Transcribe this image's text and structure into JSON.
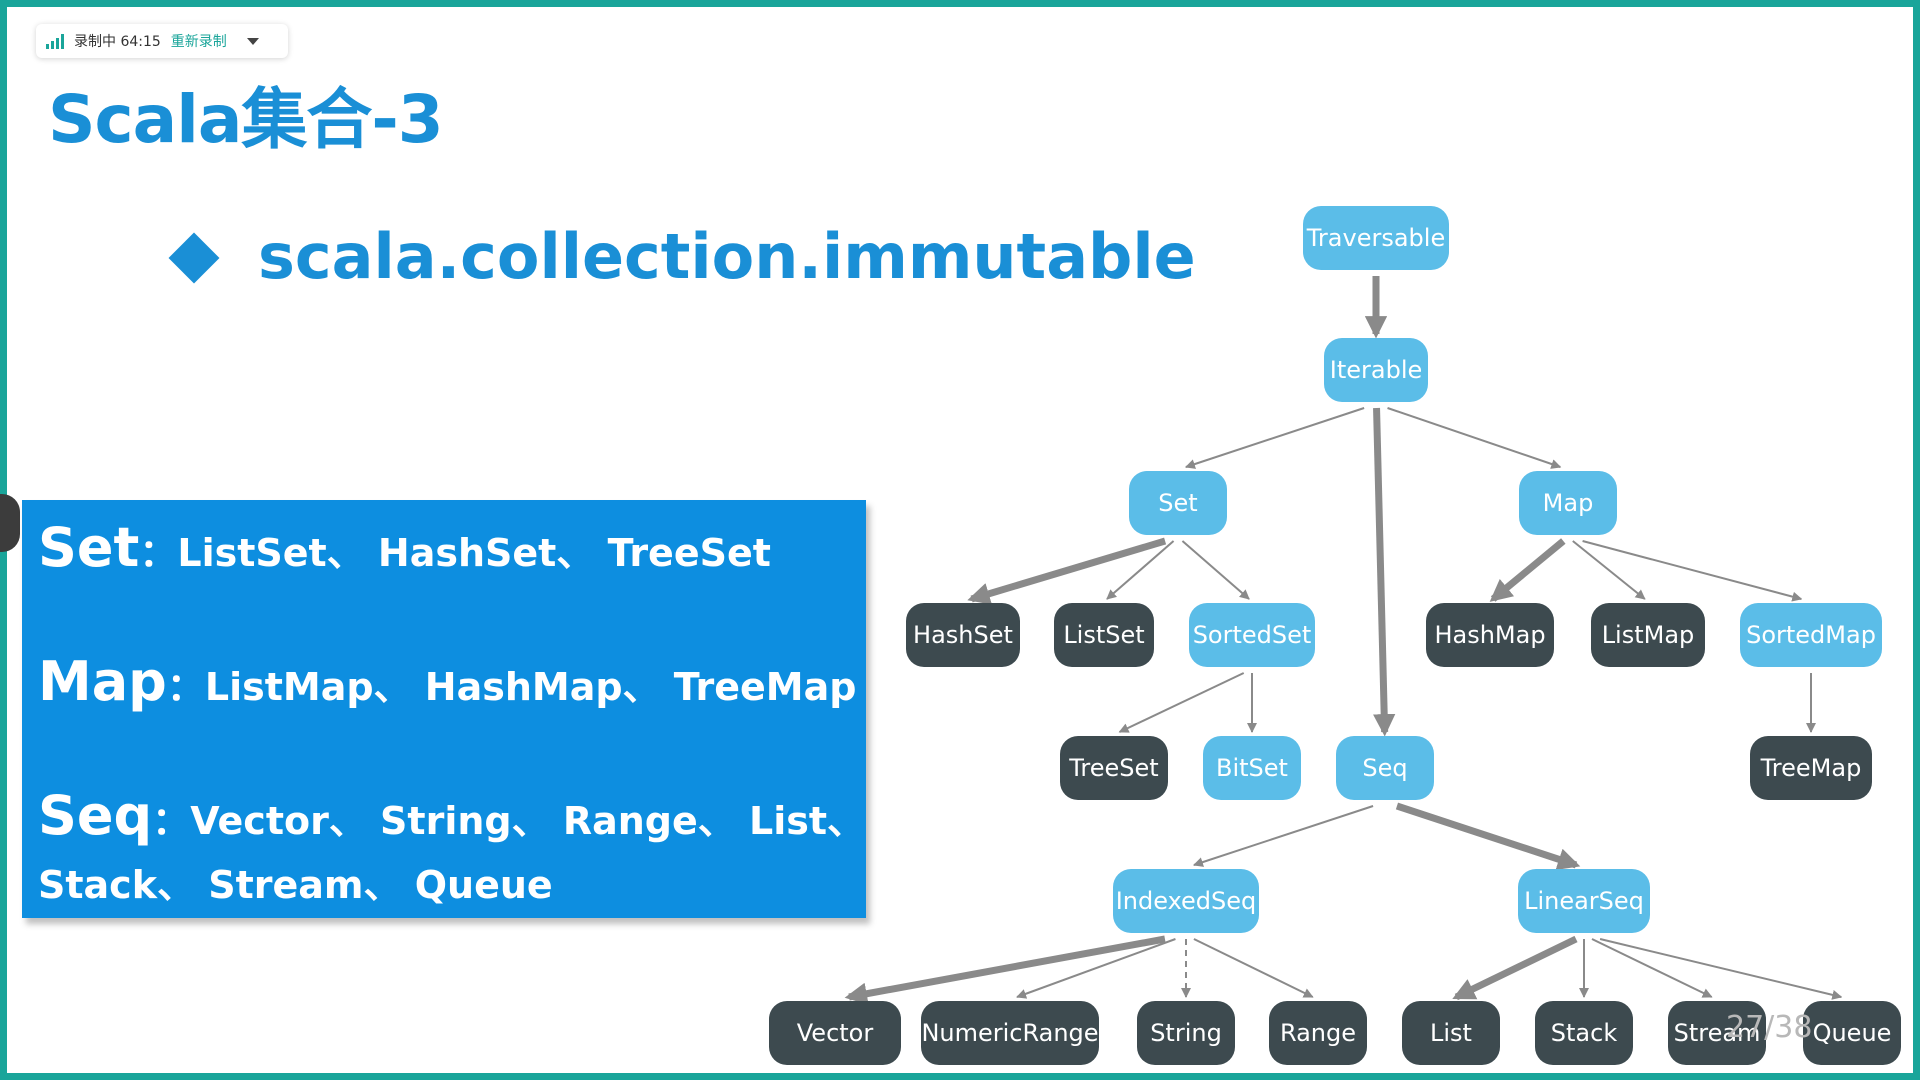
{
  "recorder": {
    "status": "录制中 64:15",
    "rerecord_label": "重新录制"
  },
  "slide": {
    "title": "Scala集合-3",
    "subtitle": "scala.collection.immutable",
    "page_number": "27/38"
  },
  "summary": [
    {
      "key": "Set",
      "sep": "：",
      "values": "ListSet、 HashSet、 TreeSet"
    },
    {
      "key": "Map",
      "sep": "：",
      "values": "ListMap、 HashMap、 TreeMap"
    },
    {
      "key": "Seq",
      "sep": "：",
      "values": "Vector、 String、 Range、 List、"
    },
    {
      "key": "",
      "sep": "",
      "values": "Stack、 Stream、 Queue"
    }
  ],
  "colors": {
    "frame": "#1aa59a",
    "title_blue": "#1a8fd6",
    "box_blue": "#0d8ee0",
    "trait_node": "#5bbde8",
    "class_node": "#3d4a4f",
    "edge": "#8a8a8a"
  },
  "diagram": {
    "nodes": [
      {
        "id": "Traversable",
        "label": "Traversable",
        "kind": "trait"
      },
      {
        "id": "Iterable",
        "label": "Iterable",
        "kind": "trait"
      },
      {
        "id": "Set",
        "label": "Set",
        "kind": "trait"
      },
      {
        "id": "Map",
        "label": "Map",
        "kind": "trait"
      },
      {
        "id": "Seq",
        "label": "Seq",
        "kind": "trait"
      },
      {
        "id": "HashSet",
        "label": "HashSet",
        "kind": "class"
      },
      {
        "id": "ListSet",
        "label": "ListSet",
        "kind": "class"
      },
      {
        "id": "SortedSet",
        "label": "SortedSet",
        "kind": "trait"
      },
      {
        "id": "HashMap",
        "label": "HashMap",
        "kind": "class"
      },
      {
        "id": "ListMap",
        "label": "ListMap",
        "kind": "class"
      },
      {
        "id": "SortedMap",
        "label": "SortedMap",
        "kind": "trait"
      },
      {
        "id": "TreeSet",
        "label": "TreeSet",
        "kind": "class"
      },
      {
        "id": "BitSet",
        "label": "BitSet",
        "kind": "trait"
      },
      {
        "id": "TreeMap",
        "label": "TreeMap",
        "kind": "class"
      },
      {
        "id": "IndexedSeq",
        "label": "IndexedSeq",
        "kind": "trait"
      },
      {
        "id": "LinearSeq",
        "label": "LinearSeq",
        "kind": "trait"
      },
      {
        "id": "Vector",
        "label": "Vector",
        "kind": "class"
      },
      {
        "id": "NumericRange",
        "label": "NumericRange",
        "kind": "class"
      },
      {
        "id": "String",
        "label": "String",
        "kind": "class"
      },
      {
        "id": "Range",
        "label": "Range",
        "kind": "class"
      },
      {
        "id": "List",
        "label": "List",
        "kind": "class"
      },
      {
        "id": "Stack",
        "label": "Stack",
        "kind": "class"
      },
      {
        "id": "Stream",
        "label": "Stream",
        "kind": "class"
      },
      {
        "id": "Queue",
        "label": "Queue",
        "kind": "class"
      }
    ],
    "edges": [
      {
        "from": "Traversable",
        "to": "Iterable",
        "style": "bold"
      },
      {
        "from": "Iterable",
        "to": "Set",
        "style": "thin"
      },
      {
        "from": "Iterable",
        "to": "Map",
        "style": "thin"
      },
      {
        "from": "Iterable",
        "to": "Seq",
        "style": "bold"
      },
      {
        "from": "Set",
        "to": "HashSet",
        "style": "bold"
      },
      {
        "from": "Set",
        "to": "ListSet",
        "style": "thin"
      },
      {
        "from": "Set",
        "to": "SortedSet",
        "style": "thin"
      },
      {
        "from": "SortedSet",
        "to": "TreeSet",
        "style": "thin"
      },
      {
        "from": "SortedSet",
        "to": "BitSet",
        "style": "thin"
      },
      {
        "from": "Map",
        "to": "HashMap",
        "style": "bold"
      },
      {
        "from": "Map",
        "to": "ListMap",
        "style": "thin"
      },
      {
        "from": "Map",
        "to": "SortedMap",
        "style": "thin"
      },
      {
        "from": "SortedMap",
        "to": "TreeMap",
        "style": "thin"
      },
      {
        "from": "Seq",
        "to": "IndexedSeq",
        "style": "thin"
      },
      {
        "from": "Seq",
        "to": "LinearSeq",
        "style": "bold"
      },
      {
        "from": "IndexedSeq",
        "to": "Vector",
        "style": "bold"
      },
      {
        "from": "IndexedSeq",
        "to": "NumericRange",
        "style": "thin"
      },
      {
        "from": "IndexedSeq",
        "to": "String",
        "style": "dashed"
      },
      {
        "from": "IndexedSeq",
        "to": "Range",
        "style": "thin"
      },
      {
        "from": "LinearSeq",
        "to": "List",
        "style": "bold"
      },
      {
        "from": "LinearSeq",
        "to": "Stack",
        "style": "thin"
      },
      {
        "from": "LinearSeq",
        "to": "Stream",
        "style": "thin"
      },
      {
        "from": "LinearSeq",
        "to": "Queue",
        "style": "thin"
      }
    ]
  }
}
